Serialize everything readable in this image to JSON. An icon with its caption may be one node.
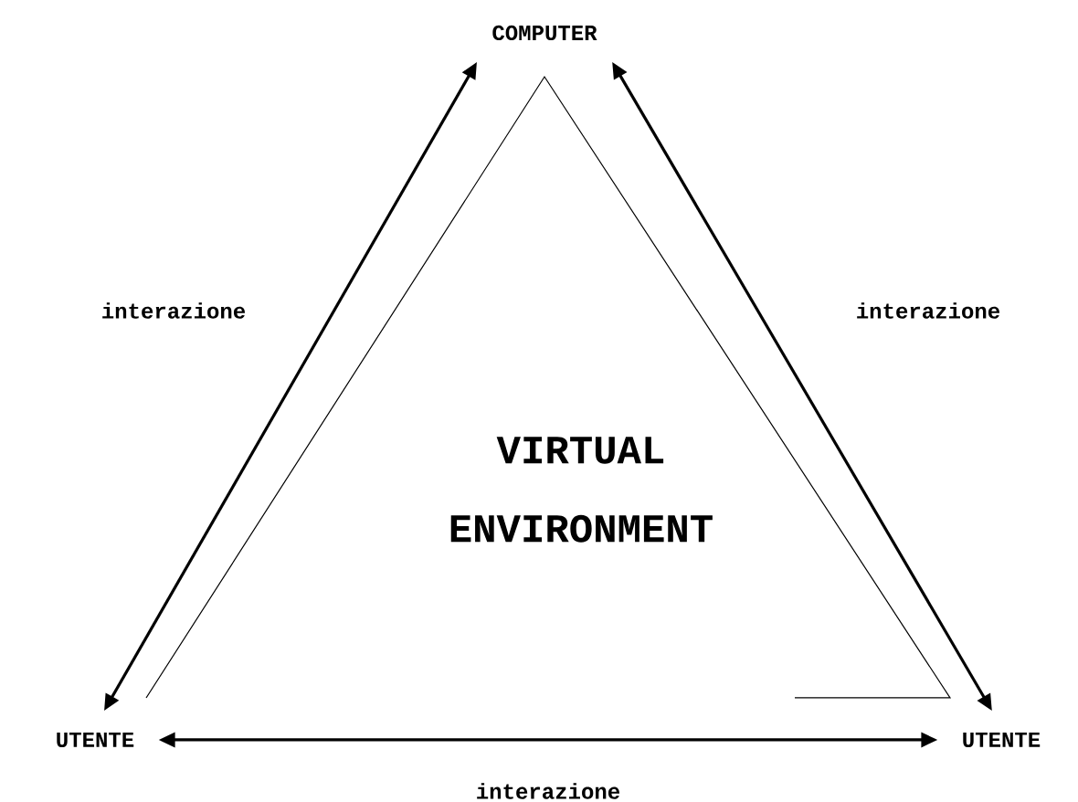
{
  "diagram": {
    "nodes": [
      {
        "text": [
          "COMPUTER"
        ]
      },
      {
        "text": [
          "UTENTE"
        ]
      },
      {
        "text": [
          "UTENTE"
        ]
      }
    ],
    "edges": [
      {
        "from": 0,
        "to": 1,
        "arrow": "both",
        "label": "interazione"
      },
      {
        "from": 0,
        "to": 2,
        "arrow": "both",
        "label": "interazione"
      },
      {
        "from": 1,
        "to": 2,
        "arrow": "both",
        "label": "interazione"
      }
    ],
    "labels": [
      "VIRTUAL ENVIRONMENT"
    ]
  }
}
